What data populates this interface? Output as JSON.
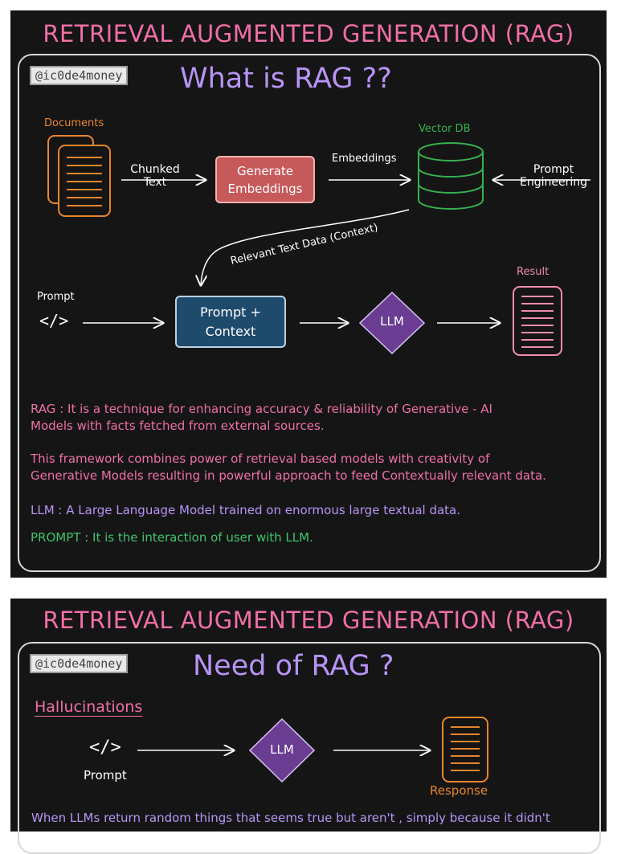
{
  "colors": {
    "background": "#151515",
    "heading": "#f06fa8",
    "title": "#b794f6",
    "documents": "#e9852c",
    "vector_db": "#36b24e",
    "generate_box": "#c65a5a",
    "prompt_box": "#1e4a6c",
    "llm": "#6a3d92",
    "result": "#f08cb0",
    "body_pink": "#f06fa8",
    "body_purple": "#b794f6",
    "body_green": "#3ec46d",
    "white": "#ffffff"
  },
  "panel1": {
    "heading": "RETRIEVAL AUGMENTED GENERATION (RAG)",
    "handle": "@ic0de4money",
    "title": "What is RAG ??",
    "flow": {
      "documents_label": "Documents",
      "chunked_line1": "Chunked",
      "chunked_line2": "Text",
      "generate_line1": "Generate",
      "generate_line2": "Embeddings",
      "embeddings_label": "Embeddings",
      "vector_db_label": "Vector DB",
      "prompt_eng_line1": "Prompt",
      "prompt_eng_line2": "Engineering",
      "relevant_label": "Relevant Text Data (Context)",
      "prompt_label": "Prompt",
      "code_icon": "</>",
      "prompt_ctx_line1": "Prompt +",
      "prompt_ctx_line2": "Context",
      "llm_label": "LLM",
      "result_label": "Result"
    },
    "rag_def_line1": "RAG : It is a technique for enhancing accuracy & reliability of Generative - AI",
    "rag_def_line2": "Models with facts fetched from external sources.",
    "framework_line1": "This framework combines power of retrieval based models with creativity of",
    "framework_line2": "Generative Models resulting in powerful approach to feed Contextually relevant data.",
    "llm_def": "LLM : A Large Language Model trained on enormous large textual data.",
    "prompt_def": "PROMPT : It is the interaction of user with LLM."
  },
  "panel2": {
    "heading": "RETRIEVAL AUGMENTED GENERATION (RAG)",
    "handle": "@ic0de4money",
    "title": "Need of RAG ?",
    "subheading": "Hallucinations",
    "code_icon": "</>",
    "prompt_label": "Prompt",
    "llm_label": "LLM",
    "response_label": "Response",
    "hallucination_text": "When LLMs return random things that seems true but aren't , simply because it didn't"
  }
}
